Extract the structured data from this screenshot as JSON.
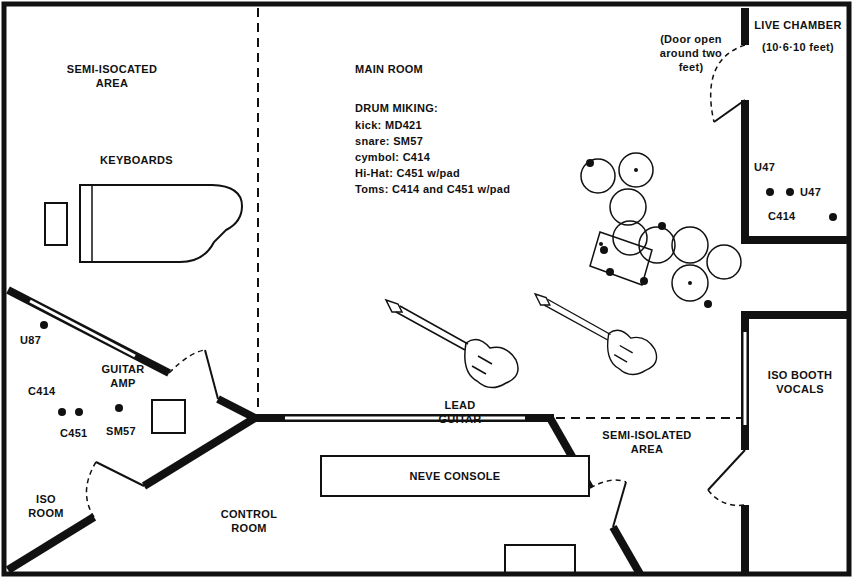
{
  "diagram": {
    "nodes": [
      {
        "text": [
          "SEMI-ISOCATED AREA"
        ]
      },
      {
        "text": [
          "MAIN ROOM"
        ]
      },
      {
        "text": [
          "LIVE CHAMBER",
          "(10·6·10 feet)"
        ]
      },
      {
        "text": [
          "ISO BOOTH VOCALS"
        ]
      },
      {
        "text": [
          "SEMI-ISOLATED AREA"
        ]
      },
      {
        "text": [
          "CONTROL ROOM"
        ]
      },
      {
        "text": [
          "NEVE CONSOLE"
        ],
        "in": 5
      },
      {
        "text": [
          "ISO ROOM"
        ]
      }
    ],
    "labels": [
      "KEYBOARDS",
      "DRUM MIKING:",
      "kick: MD421",
      "snare: SM57",
      "cymbol: C414",
      "Hi-Hat: C451 w/pad",
      "Toms: C414 and C451 w/pad",
      "(Door open around two feet)",
      "U47",
      "U47",
      "C414",
      "LEAD GUITAR",
      "U87",
      "GUITAR AMP",
      "C414",
      "C451",
      "SM57"
    ]
  }
}
